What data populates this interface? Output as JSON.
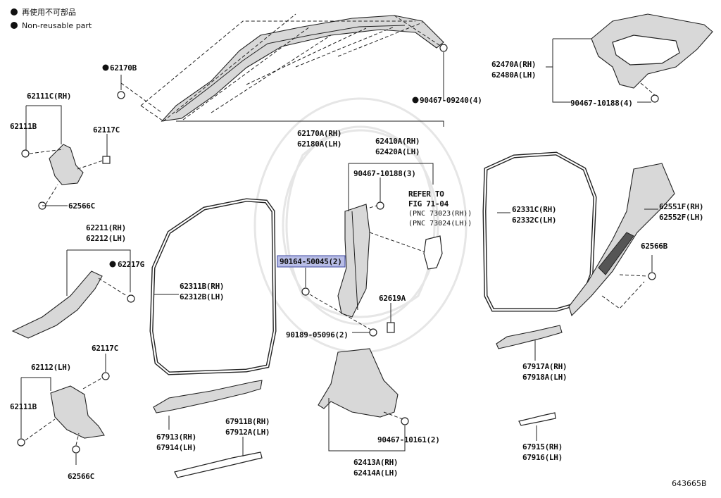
{
  "legend": {
    "non_reusable_ja": "再使用不可部品",
    "non_reusable_en": "Non-reusable part"
  },
  "labels": {
    "p62170B": "62170B",
    "p90467_09240": "90467-09240(4)",
    "p62170A": "62170A(RH)",
    "p62180A": "62180A(LH)",
    "p62470A": "62470A(RH)",
    "p62480A": "62480A(LH)",
    "p90467_10188_top": "90467-10188(4)",
    "p62111C": "62111C(RH)",
    "p62111B_top": "62111B",
    "p62117C_top": "62117C",
    "p62566C_top": "62566C",
    "p62410A": "62410A(RH)",
    "p62420A": "62420A(LH)",
    "p90467_10188_mid": "90467-10188(3)",
    "refer_1": "REFER TO",
    "refer_2": "FIG 71-04",
    "refer_3": "(PNC 73023(RH))",
    "refer_4": "(PNC 73024(LH))",
    "p62331C": "62331C(RH)",
    "p62332C": "62332C(LH)",
    "p62551F": "62551F(RH)",
    "p62552F": "62552F(LH)",
    "p62211": "62211(RH)",
    "p62212": "62212(LH)",
    "p62217G": "62217G",
    "p62311B": "62311B(RH)",
    "p62312B": "62312B(LH)",
    "p90164_50045": "90164-50045(2)",
    "p62619A": "62619A",
    "p90189_05096": "90189-05096(2)",
    "p62566B": "62566B",
    "p62117C_bot": "62117C",
    "p62112": "62112(LH)",
    "p62111B_bot": "62111B",
    "p62566C_bot": "62566C",
    "p67913": "67913(RH)",
    "p67914": "67914(LH)",
    "p67911B": "67911B(RH)",
    "p67912A": "67912A(LH)",
    "p90467_10161": "90467-10161(2)",
    "p62413A": "62413A(RH)",
    "p62414A": "62414A(LH)",
    "p67917A": "67917A(RH)",
    "p67918A": "67918A(LH)",
    "p67915": "67915(RH)",
    "p67916": "67916(LH)"
  },
  "highlighted_part": "90164-50045(2)",
  "highlight_color": "#b8bde6",
  "illustration_code": "643665B"
}
